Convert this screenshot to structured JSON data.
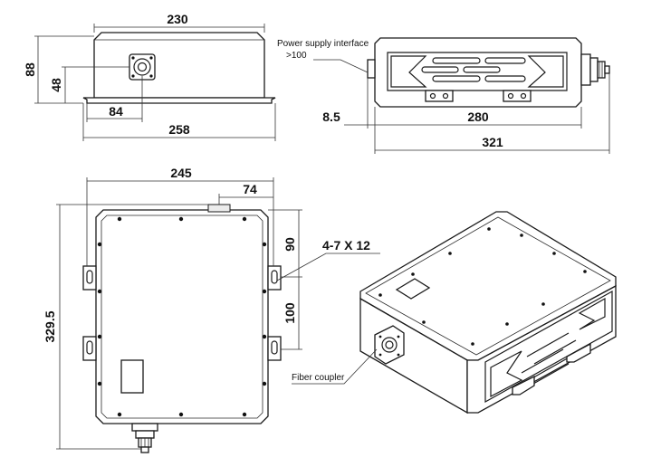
{
  "dimensions": {
    "front_width": "230",
    "front_height": "88",
    "front_connector_height": "48",
    "front_connector_offset": "84",
    "front_base_width": "258",
    "side_offset": "8.5",
    "side_length": "280",
    "side_total_length": "321",
    "top_width": "245",
    "top_connector_offset": "74",
    "top_hole_spacing_a": "90",
    "top_hole_spacing_b": "100",
    "top_height": "329.5",
    "mounting_holes": "4-7 X 12"
  },
  "labels": {
    "power_supply": "Power supply interface",
    "power_supply_clearance": ">100",
    "fiber_coupler": "Fiber coupler"
  }
}
